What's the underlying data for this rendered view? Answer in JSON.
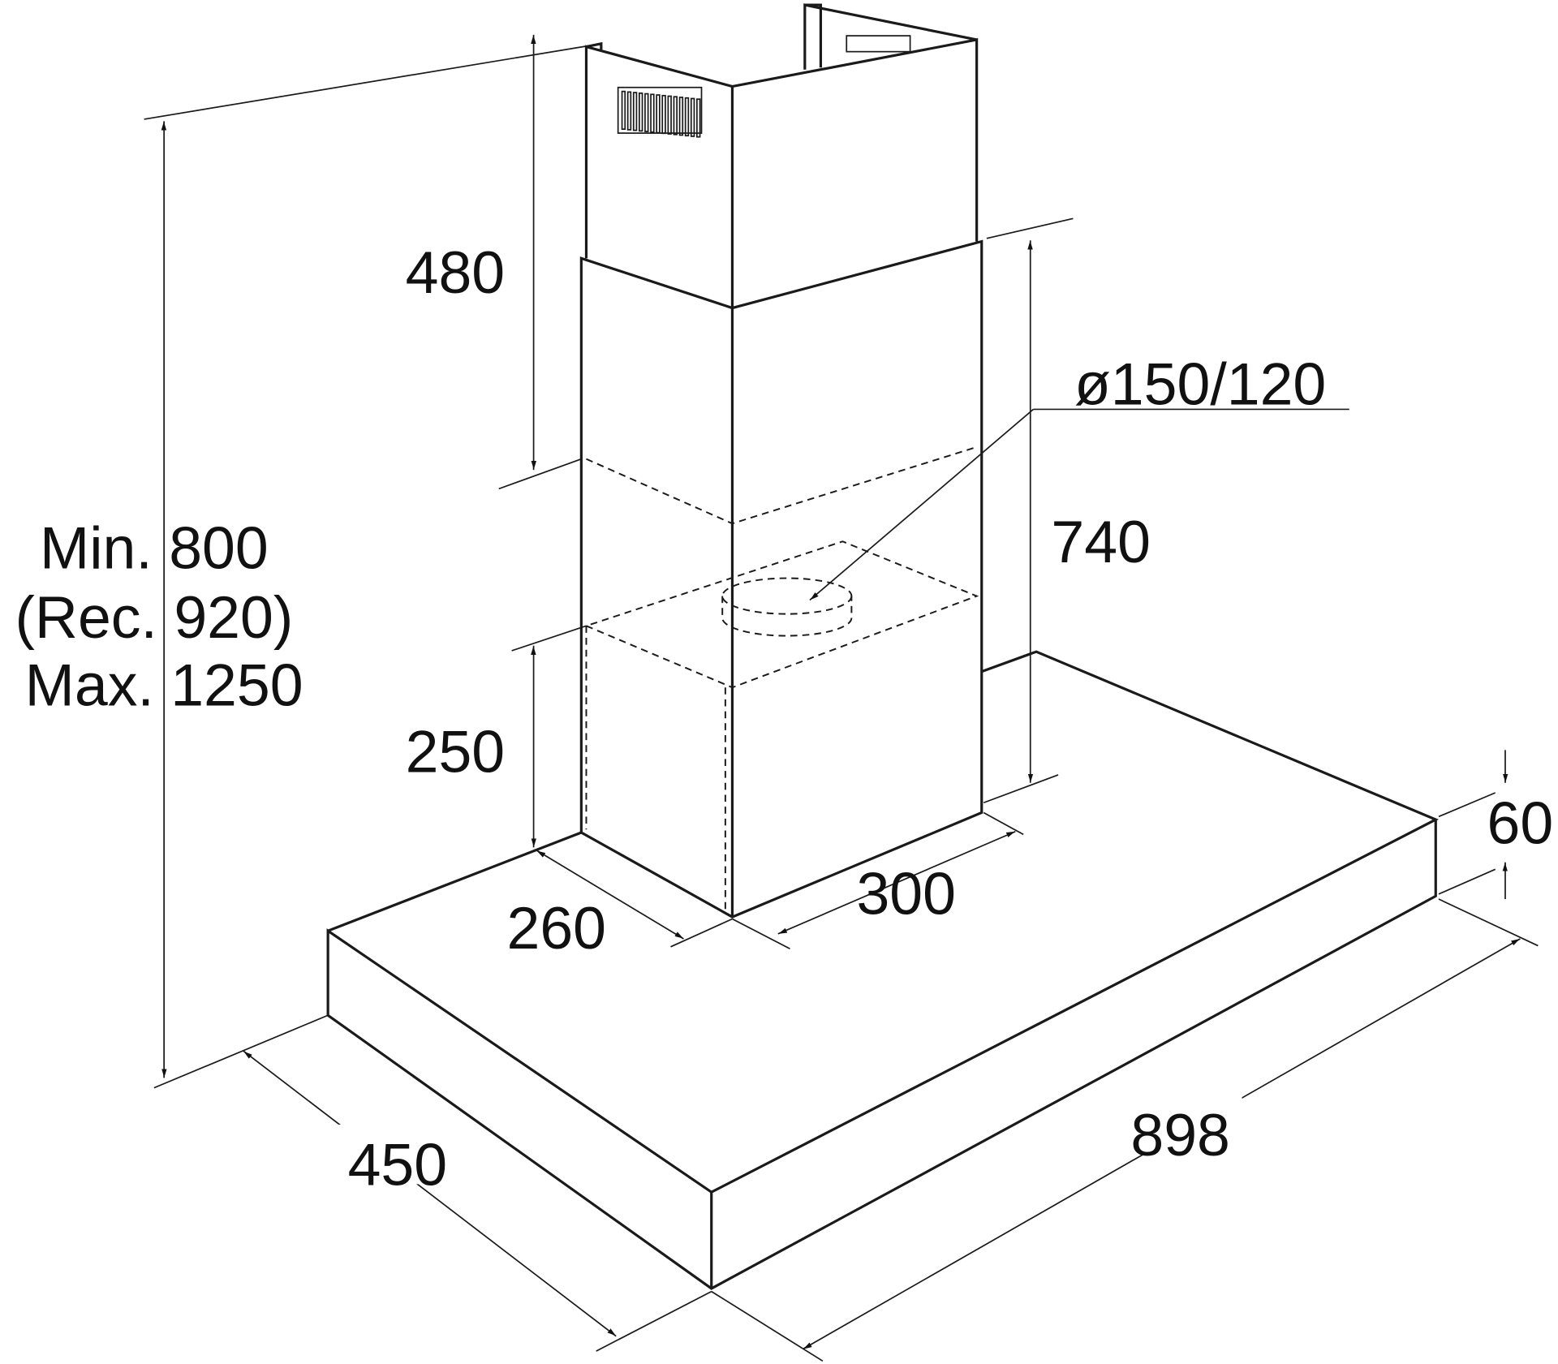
{
  "dimensions": {
    "height_range": [
      "Min. 800",
      "(Rec. 920)",
      "Max. 1250"
    ],
    "chimney_upper": "480",
    "chimney_total": "740",
    "chimney_lower": "250",
    "duct_diameter": "ø150/120",
    "chimney_depth": "260",
    "chimney_width": "300",
    "hood_thickness": "60",
    "hood_depth": "450",
    "hood_width": "898"
  }
}
